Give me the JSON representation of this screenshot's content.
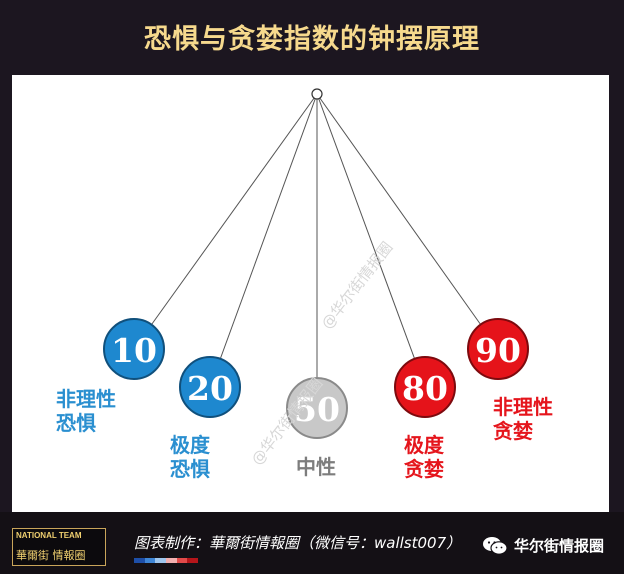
{
  "title": "恐惧与贪婪指数的钟摆原理",
  "pendulums": [
    {
      "value": "10",
      "label_line1": "非理性",
      "label_line2": "恐惧",
      "color": "#1e88cf"
    },
    {
      "value": "20",
      "label_line1": "极度",
      "label_line2": "恐惧",
      "color": "#1e88cf"
    },
    {
      "value": "50",
      "label_line1": "中性",
      "label_line2": "",
      "color": "#c8c8c8"
    },
    {
      "value": "80",
      "label_line1": "极度",
      "label_line2": "贪婪",
      "color": "#e5131a"
    },
    {
      "value": "90",
      "label_line1": "非理性",
      "label_line2": "贪婪",
      "color": "#e5131a"
    }
  ],
  "watermark": "@华尔街情报圈",
  "footer": {
    "logo_top": "NATIONAL TEAM",
    "logo_bottom": "華爾街 情報圈",
    "credit": "图表制作：華爾街情報圈（微信号：wallst007）",
    "brand": "华尔街情报圈"
  },
  "colors": {
    "title": "#f6d98d",
    "blue": "#1e88cf",
    "red": "#e5131a",
    "gray": "#c8c8c8",
    "background": "#1c1620"
  }
}
